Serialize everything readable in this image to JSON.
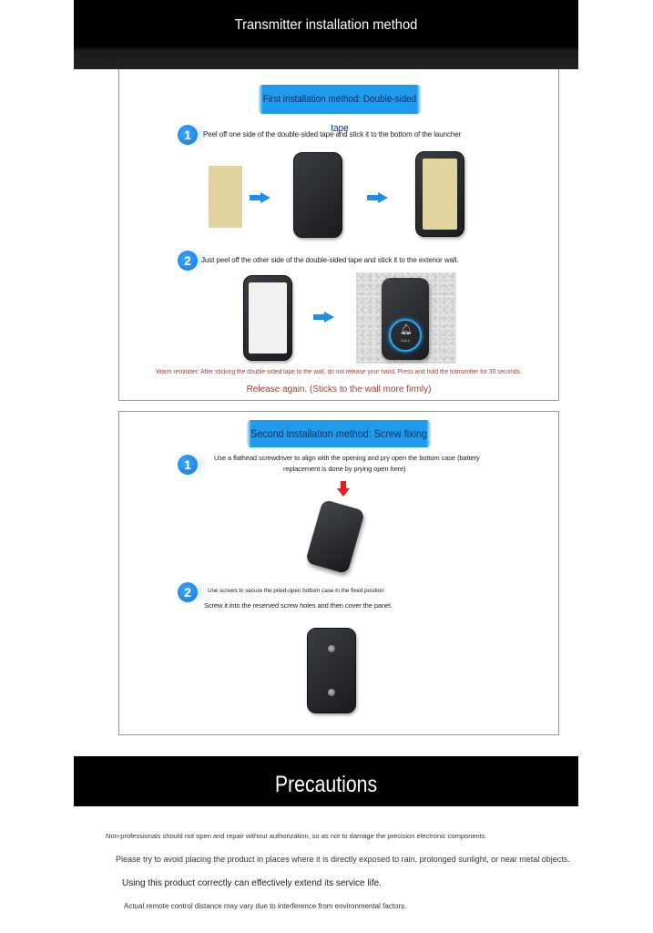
{
  "header": {
    "title": "Transmitter installation method"
  },
  "method1": {
    "title": "First installation method: Double-sided tape",
    "step1": {
      "num": "1",
      "text": "Peel off one side of the double-sided tape and stick it to the bottom of the launcher"
    },
    "step2": {
      "num": "2",
      "text": "Just peel off the other side of the double-sided tape and stick it to the exterior wall."
    },
    "doorbell_label": "CALL",
    "warning": "Warm reminder: After sticking the double-sided tape to the wall, do not release your hand. Press and hold the transmitter for 30 seconds.",
    "warning2": "Release again. (Sticks to the wall more firmly)"
  },
  "method2": {
    "title": "Second installation method: Screw fixing",
    "step1": {
      "num": "1",
      "text_line1": "Use a flathead screwdriver to align with the opening and pry open the bottom case (battery",
      "text_line2": "replacement is done by prying open here)"
    },
    "step2": {
      "num": "2",
      "text": "Use screws to secure the pried-open bottom case in the fixed position",
      "text2": "Screw it into the reserved screw holes and then cover the panel."
    }
  },
  "precautions": {
    "title": "Precautions",
    "notes": [
      "Non-professionals should not open and repair without authorization, so as not to damage the precision electronic components.",
      "Please try to avoid placing the product in places where it is directly exposed to rain, prolonged sunlight, or near metal objects.",
      "Using this product correctly can effectively extend its service life.",
      "Actual remote control distance may vary due to interference from environmental factors."
    ]
  },
  "colors": {
    "accent_blue": "#1e9bea",
    "warning_red": "#a63a3a",
    "header_black": "#000000"
  }
}
